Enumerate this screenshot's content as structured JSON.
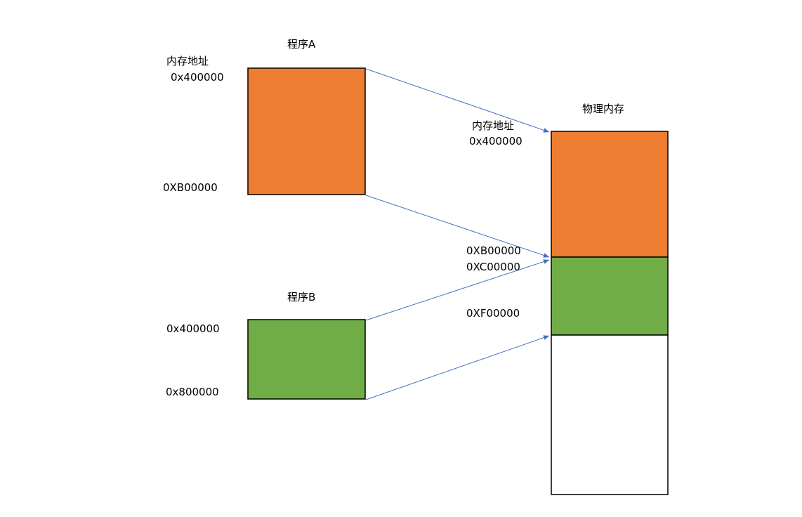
{
  "colors": {
    "program_a_fill": "#ED7D31",
    "program_b_fill": "#70AD47",
    "physical_free_fill": "#FFFFFF",
    "border": "#000000",
    "arrow": "#4472C4"
  },
  "program_a": {
    "title": "程序A",
    "address_heading": "内存地址",
    "start_address": "0x400000",
    "end_address": "0XB00000"
  },
  "program_b": {
    "title": "程序B",
    "start_address": "0x400000",
    "end_address": "0x800000"
  },
  "physical_memory": {
    "title": "物理内存",
    "address_heading": "内存地址",
    "start_address": "0x400000",
    "segment_a_end_address": "0XB00000",
    "segment_b_start_address": "0XC00000",
    "segment_b_end_address": "0XF00000"
  }
}
